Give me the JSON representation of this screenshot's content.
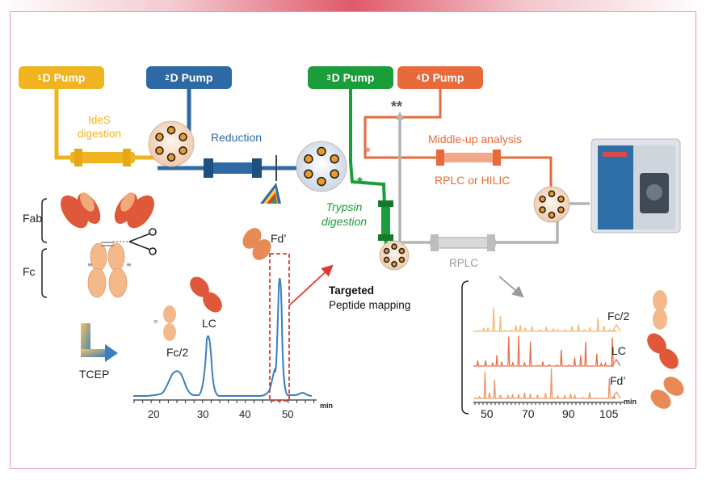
{
  "pumps": [
    {
      "sup": "1",
      "label": "D Pump",
      "color": "#f0b420"
    },
    {
      "sup": "2",
      "label": "D Pump",
      "color": "#2d6aa3"
    },
    {
      "sup": "3",
      "label": "D Pump",
      "color": "#1a9d3a"
    },
    {
      "sup": "4",
      "label": "D Pump",
      "color": "#e86a3a"
    }
  ],
  "labels": {
    "ides_digestion": "IdeS\ndigestion",
    "reduction": "Reduction",
    "middle_up": "Middle-up analysis",
    "rplc_or_hilic": "RPLC or HILIC",
    "trypsin": "Trypsin\ndigestion",
    "rplc": "RPLC",
    "targeted": "Targeted",
    "peptide_mapping": "Peptide mapping",
    "double_star": "**",
    "star": "*",
    "fab": "Fab",
    "fc": "Fc",
    "tcep": "TCEP"
  },
  "chart_left": {
    "peaks": [
      "Fc/2",
      "LC",
      "Fd’"
    ],
    "x_unit": "min",
    "x_ticks": [
      "20",
      "30",
      "40",
      "50"
    ]
  },
  "chart_right": {
    "traces": [
      "Fc/2",
      "LC",
      "Fd’"
    ],
    "x_unit": "min",
    "x_ticks": [
      "50",
      "70",
      "90",
      "105"
    ]
  },
  "colors": {
    "yellow": "#f0b420",
    "blue": "#2d6aa3",
    "green": "#1a9d3a",
    "orange": "#e86a3a",
    "gray": "#b3b3b3",
    "chromatogram": "#3a7fc0"
  }
}
